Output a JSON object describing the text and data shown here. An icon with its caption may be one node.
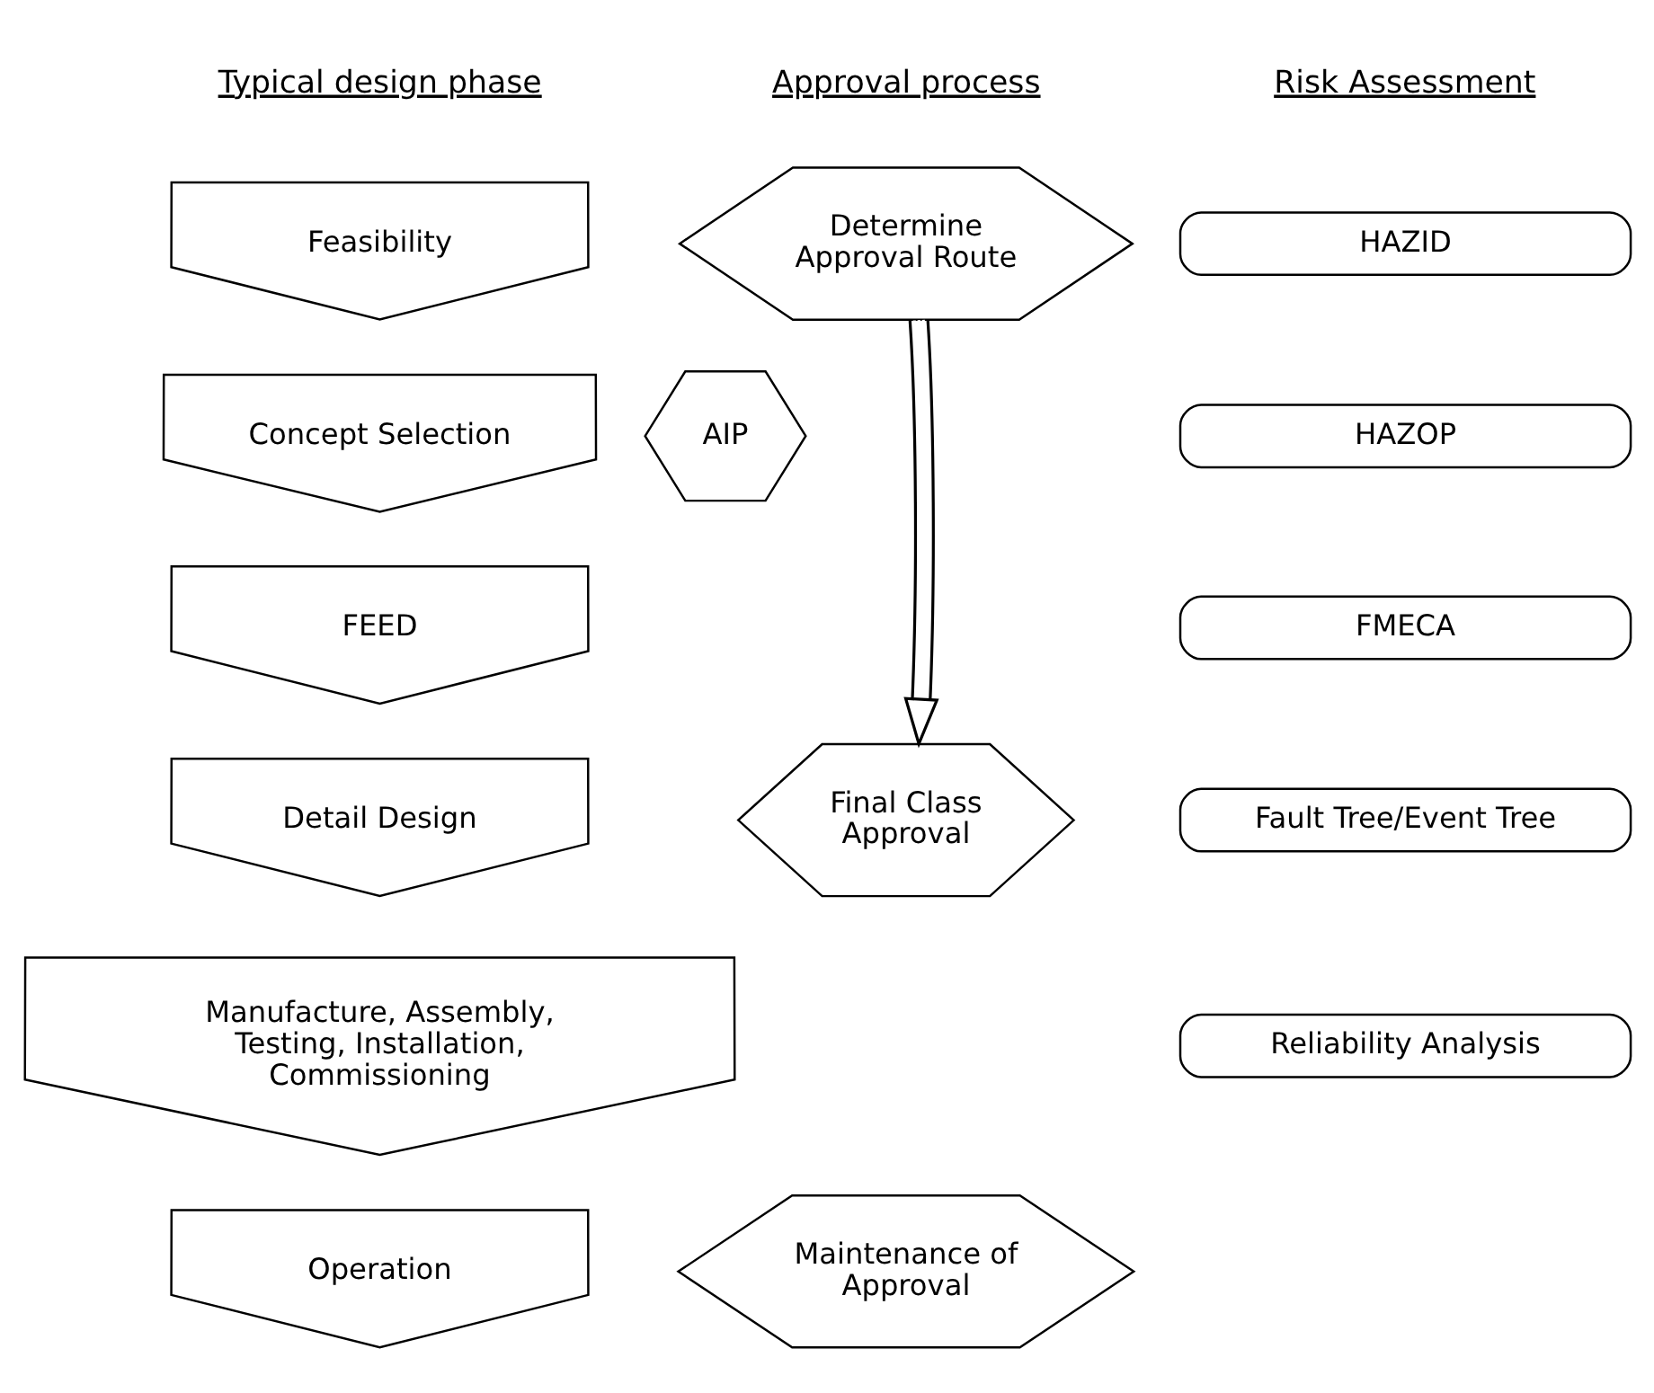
{
  "diagram": {
    "nodes": [
      {
        "text": [
          "Feasibility"
        ]
      },
      {
        "text": [
          "Concept Selection"
        ]
      },
      {
        "text": [
          "FEED"
        ]
      },
      {
        "text": [
          "Detail Design"
        ]
      },
      {
        "text": [
          "Manufacture, Assembly, Testing, Installation, Commissioning"
        ]
      },
      {
        "text": [
          "Operation"
        ]
      },
      {
        "text": [
          "Determine Approval Route"
        ]
      },
      {
        "text": [
          "AIP"
        ]
      },
      {
        "text": [
          "Final Class Approval"
        ]
      },
      {
        "text": [
          "Maintenance of Approval"
        ]
      },
      {
        "text": [
          "HAZID"
        ]
      },
      {
        "text": [
          "HAZOP"
        ]
      },
      {
        "text": [
          "FMECA"
        ]
      },
      {
        "text": [
          "Fault Tree/Event Tree"
        ]
      },
      {
        "text": [
          "Reliability Analysis"
        ]
      }
    ],
    "edges": [
      {
        "from": 6,
        "to": 8,
        "arrow": "to"
      }
    ],
    "labels": [
      "Typical design phase",
      "Approval process",
      "Risk Assessment"
    ]
  }
}
